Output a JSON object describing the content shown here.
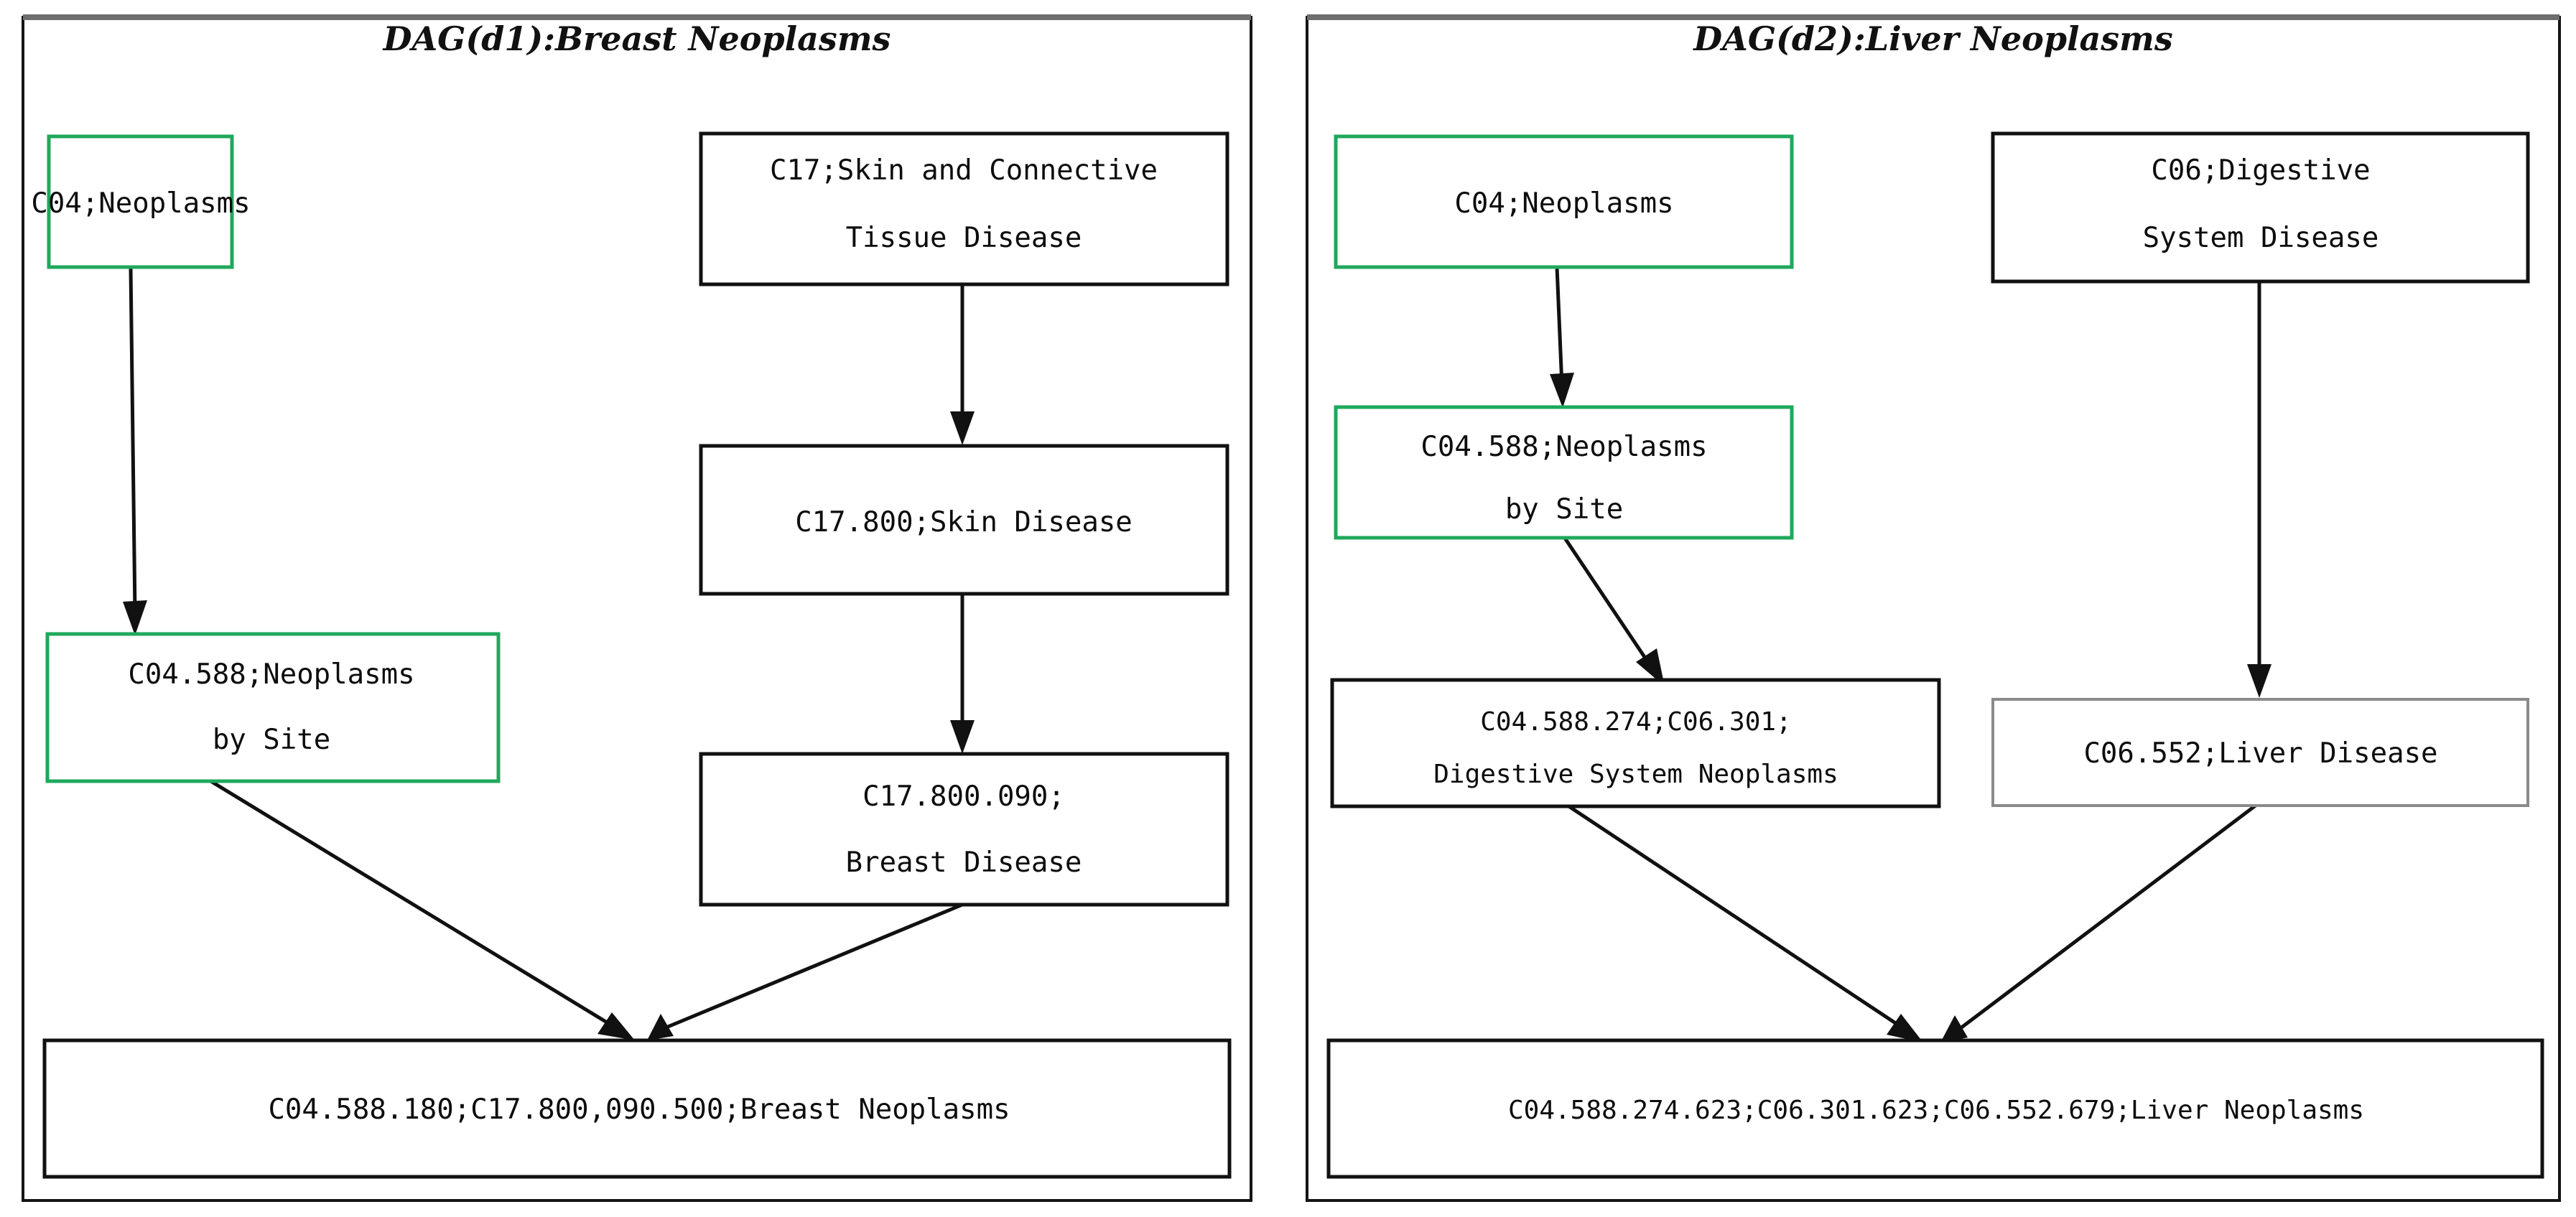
{
  "figure": {
    "type": "diagram",
    "kind": "directed-acyclic-graph",
    "panel_count": 2
  },
  "panels": [
    {
      "id": "d1",
      "title": "DAG(d1):Breast Neoplasms",
      "nodes": [
        {
          "id": "c04",
          "label_line1": "C04;Neoplasms",
          "label_line2": "",
          "style": "green"
        },
        {
          "id": "c17",
          "label_line1": "C17;Skin and Connective",
          "label_line2": "Tissue Disease",
          "style": "black"
        },
        {
          "id": "c04588",
          "label_line1": "C04.588;Neoplasms",
          "label_line2": "by Site",
          "style": "green"
        },
        {
          "id": "c17800",
          "label_line1": "C17.800;Skin Disease",
          "label_line2": "",
          "style": "black"
        },
        {
          "id": "c17800090",
          "label_line1": "C17.800.090;",
          "label_line2": "Breast Disease",
          "style": "black"
        },
        {
          "id": "target",
          "label_line1": "C04.588.180;C17.800,090.500;Breast Neoplasms",
          "label_line2": "",
          "style": "black"
        }
      ],
      "edges": [
        {
          "from": "c04",
          "to": "c04588"
        },
        {
          "from": "c17",
          "to": "c17800"
        },
        {
          "from": "c17800",
          "to": "c17800090"
        },
        {
          "from": "c04588",
          "to": "target"
        },
        {
          "from": "c17800090",
          "to": "target"
        }
      ]
    },
    {
      "id": "d2",
      "title": "DAG(d2):Liver Neoplasms",
      "nodes": [
        {
          "id": "c04",
          "label_line1": "C04;Neoplasms",
          "label_line2": "",
          "style": "green"
        },
        {
          "id": "c06",
          "label_line1": "C06;Digestive",
          "label_line2": "System Disease",
          "style": "black"
        },
        {
          "id": "c04588",
          "label_line1": "C04.588;Neoplasms",
          "label_line2": "by Site",
          "style": "green"
        },
        {
          "id": "c04588274",
          "label_line1": "C04.588.274;C06.301;",
          "label_line2": "Digestive System Neoplasms",
          "style": "black"
        },
        {
          "id": "c06552",
          "label_line1": "C06.552;Liver Disease",
          "label_line2": "",
          "style": "gray"
        },
        {
          "id": "target",
          "label_line1": "C04.588.274.623;C06.301.623;C06.552.679;Liver Neoplasms",
          "label_line2": "",
          "style": "black"
        }
      ],
      "edges": [
        {
          "from": "c04",
          "to": "c04588"
        },
        {
          "from": "c06",
          "to": "c06552"
        },
        {
          "from": "c04588",
          "to": "c04588274"
        },
        {
          "from": "c04588274",
          "to": "target"
        },
        {
          "from": "c06552",
          "to": "target"
        }
      ]
    }
  ],
  "colors": {
    "highlight_green": "#1fa85c",
    "node_border_black": "#111111",
    "node_border_gray": "#8a8a8a",
    "panel_border": "#141414",
    "panel_top_border": "#6e6e6e",
    "background": "#ffffff",
    "text": "#0d0d0d"
  }
}
